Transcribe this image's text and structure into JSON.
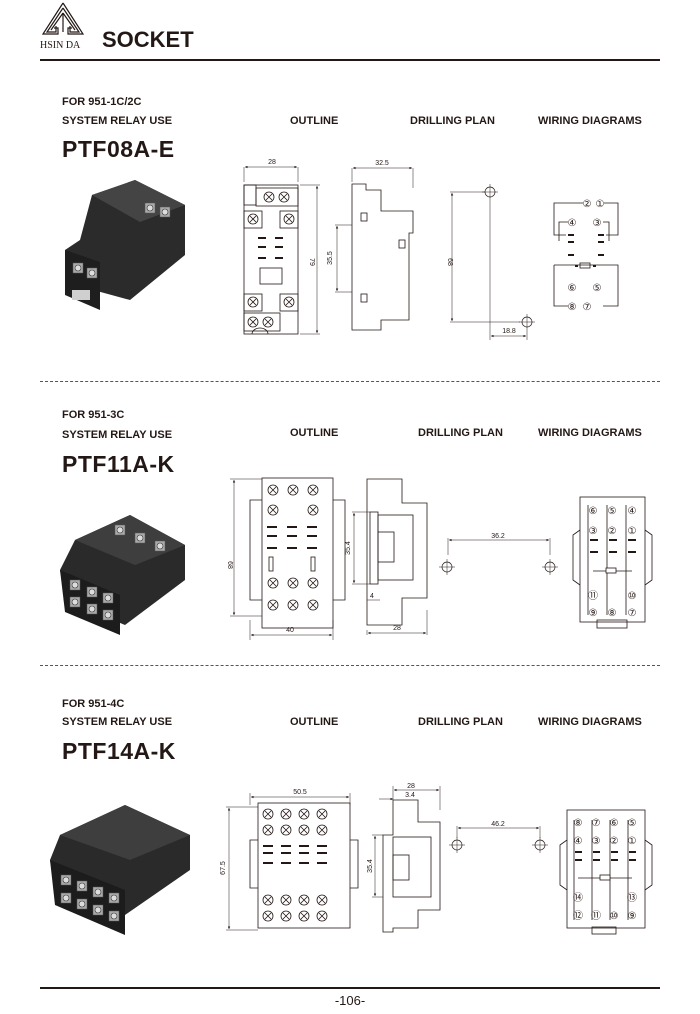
{
  "header": {
    "brand": "HSIN DA",
    "title": "SOCKET"
  },
  "columns": {
    "outline": "OUTLINE",
    "drilling": "DRILLING PLAN",
    "wiring": "WIRING DIAGRAMS"
  },
  "sections": [
    {
      "for": "FOR 951-1C/2C",
      "use": "SYSTEM RELAY USE",
      "model": "PTF08A-E",
      "dims": {
        "width": "28",
        "height": "79",
        "depth": "32.5",
        "rail": "35.5",
        "hole_v": "68",
        "hole_h": "18.8"
      },
      "pins": [
        "②",
        "①",
        "④",
        "③",
        "⑥",
        "⑤",
        "⑧",
        "⑦"
      ]
    },
    {
      "for": "FOR 951-3C",
      "use": "SYSTEM RELAY USE",
      "model": "PTF11A-K",
      "dims": {
        "height": "68",
        "width": "40",
        "rail": "35.4",
        "offset": "4",
        "depth": "28",
        "hole_h": "36.2"
      },
      "pins": [
        "⑥",
        "⑤",
        "④",
        "③",
        "②",
        "①",
        "⑪",
        "⑩",
        "⑨",
        "⑧",
        "⑦"
      ]
    },
    {
      "for": "FOR 951-4C",
      "use": "SYSTEM RELAY USE",
      "model": "PTF14A-K",
      "dims": {
        "width": "50.5",
        "height": "67.5",
        "depth": "28",
        "offset": "3.4",
        "rail": "35.4",
        "hole_h": "46.2"
      },
      "pins": [
        "⑧",
        "⑦",
        "⑥",
        "⑤",
        "④",
        "③",
        "②",
        "①",
        "⑭",
        "⑬",
        "⑫",
        "⑪",
        "⑩",
        "⑨"
      ]
    }
  ],
  "footer": {
    "page": "-106-"
  }
}
